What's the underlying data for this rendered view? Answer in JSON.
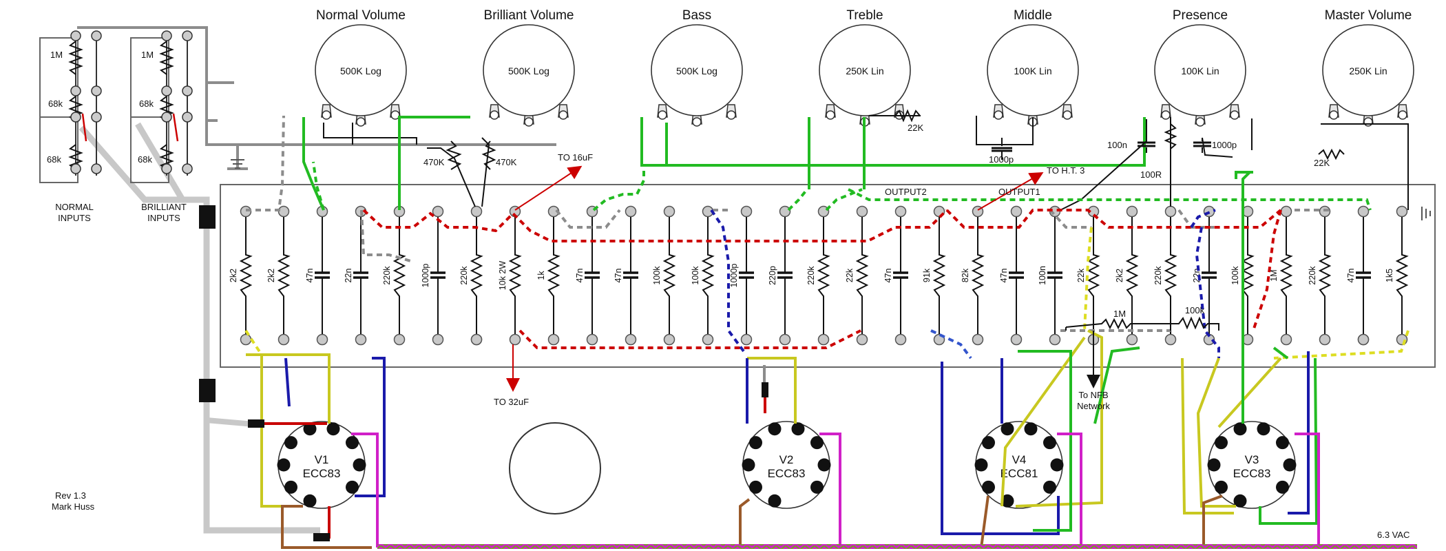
{
  "pots": [
    {
      "title": "Normal Volume",
      "value": "500K Log"
    },
    {
      "title": "Brilliant Volume",
      "value": "500K Log"
    },
    {
      "title": "Bass",
      "value": "500K Log"
    },
    {
      "title": "Treble",
      "value": "250K Lin"
    },
    {
      "title": "Middle",
      "value": "100K Lin"
    },
    {
      "title": "Presence",
      "value": "100K Lin"
    },
    {
      "title": "Master Volume",
      "value": "250K Lin"
    }
  ],
  "board_components": [
    "2k2",
    "2k2",
    "47n",
    "22n",
    "220k",
    "1000p",
    "220k",
    "10k 2W",
    "1k",
    "47n",
    "47n",
    "100k",
    "100k",
    "1000p",
    "220p",
    "220k",
    "22k",
    "47n",
    "91k",
    "82k",
    "47n",
    "100n",
    "22k",
    "2k2",
    "220k",
    "22n",
    "100k",
    "1M",
    "220k",
    "47n",
    "1k5"
  ],
  "tubes": [
    {
      "name": "V1",
      "type": "ECC83"
    },
    {
      "name": "V2",
      "type": "ECC83"
    },
    {
      "name": "V4",
      "type": "ECC81"
    },
    {
      "name": "V3",
      "type": "ECC83"
    }
  ],
  "labels": {
    "input_normal": [
      "NORMAL",
      "INPUTS"
    ],
    "input_brilliant": [
      "BRILLIANT",
      "INPUTS"
    ],
    "in_1m": "1M",
    "in_68k_top": "68k",
    "in_68k_bot": "68k",
    "res_470k_a": "470K",
    "res_470k_b": "470K",
    "to_16uf": "TO 16uF",
    "to_32uf": "TO 32uF",
    "to_ht3": "TO H.T. 3",
    "output1": "OUTPUT1",
    "output2": "OUTPUT2",
    "mid_22k": "22K",
    "mid_1000p": "1000p",
    "pres_100n": "100n",
    "pres_100r": "100R",
    "pres_1000p": "1000p",
    "mv_22k": "22K",
    "nfb_1m": "1M",
    "nfb_100k": "100k",
    "to_nfb": [
      "To NFB",
      "Network"
    ],
    "heater": "6.3 VAC",
    "rev": [
      "Rev 1.3",
      "Mark Huss"
    ]
  }
}
